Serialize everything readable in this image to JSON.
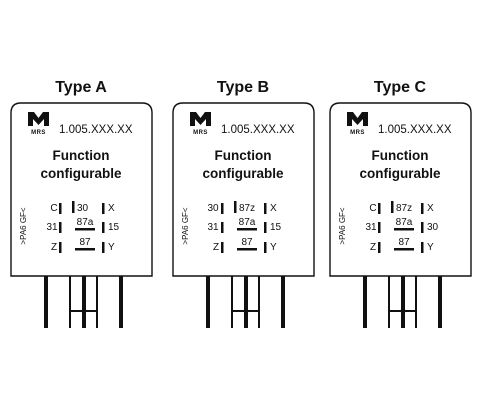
{
  "relays": [
    {
      "title": "Type A",
      "logo_text": "MRS",
      "part_number": "1.005.XXX.XX",
      "function_line1": "Function",
      "function_line2": "configurable",
      "side_text": ">PA6 GF<",
      "pins": {
        "left_top": "C",
        "left_mid": "31",
        "left_bot": "Z",
        "center_top": "30",
        "center_mid": "87a",
        "center_bot": "87",
        "right_top": "X",
        "right_mid": "15",
        "right_bot": "Y"
      }
    },
    {
      "title": "Type B",
      "logo_text": "MRS",
      "part_number": "1.005.XXX.XX",
      "function_line1": "Function",
      "function_line2": "configurable",
      "side_text": ">PA6 GF<",
      "pins": {
        "left_top": "30",
        "left_mid": "31",
        "left_bot": "Z",
        "center_top": "87z",
        "center_mid": "87a",
        "center_bot": "87",
        "right_top": "X",
        "right_mid": "15",
        "right_bot": "Y"
      }
    },
    {
      "title": "Type C",
      "logo_text": "MRS",
      "part_number": "1.005.XXX.XX",
      "function_line1": "Function",
      "function_line2": "configurable",
      "side_text": ">PA6 GF<",
      "pins": {
        "left_top": "C",
        "left_mid": "31",
        "left_bot": "Z",
        "center_top": "87z",
        "center_mid": "87a",
        "center_bot": "87",
        "right_top": "X",
        "right_mid": "30",
        "right_bot": "Y"
      }
    }
  ],
  "colors": {
    "ink": "#111111",
    "background": "#ffffff"
  }
}
